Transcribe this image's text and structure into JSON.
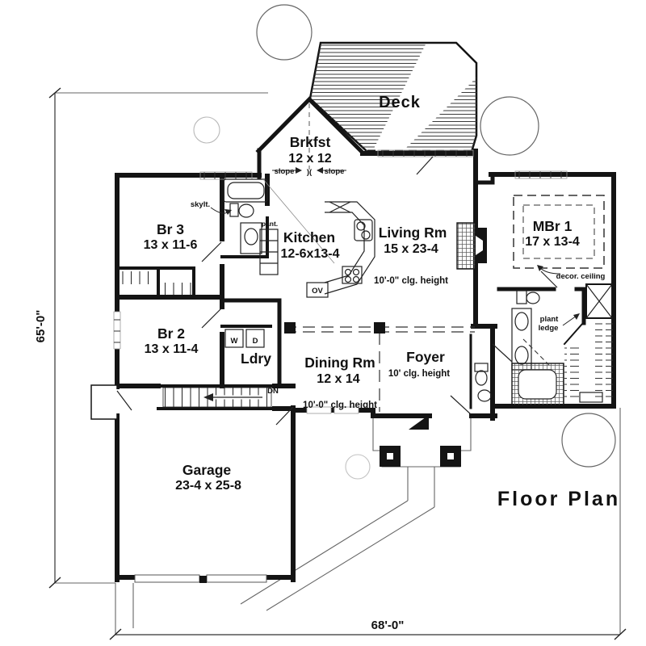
{
  "title": "Floor Plan",
  "dimensions": {
    "width_label": "68'-0\"",
    "height_label": "65'-0\""
  },
  "rooms": {
    "deck": {
      "name": "Deck"
    },
    "brkfst": {
      "name": "Brkfst",
      "size": "12 x 12",
      "slope_left": "slope",
      "slope_sep": ")(",
      "slope_right": "slope"
    },
    "kitchen": {
      "name": "Kitchen",
      "size": "12-6x13-4"
    },
    "living": {
      "name": "Living Rm",
      "size": "15 x 23-4",
      "ceiling": "10'-0\" clg. height"
    },
    "master": {
      "name": "MBr 1",
      "size": "17 x 13-4",
      "ceiling_note": "decor. ceiling",
      "plant_ledge_line1": "plant",
      "plant_ledge_line2": "ledge"
    },
    "br3": {
      "name": "Br 3",
      "size": "13 x 11-6"
    },
    "br2": {
      "name": "Br 2",
      "size": "13 x 11-4"
    },
    "laundry": {
      "name": "Ldry",
      "washer": "W",
      "dryer": "D"
    },
    "dining": {
      "name": "Dining Rm",
      "size": "12 x 14",
      "ceiling": "10'-0\" clg. height"
    },
    "foyer": {
      "name": "Foyer",
      "ceiling": "10' clg. height"
    },
    "garage": {
      "name": "Garage",
      "size": "23-4 x 25-8"
    }
  },
  "annotations": {
    "skylight": "skylt.",
    "pantry": "pant.",
    "oven": "OV",
    "stairs_down": "DN"
  }
}
